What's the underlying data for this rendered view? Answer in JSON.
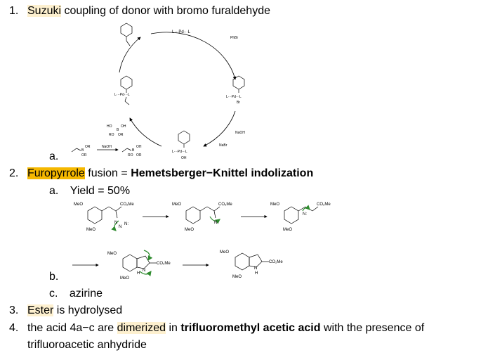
{
  "items": [
    {
      "num": "1.",
      "hl": "Suzuki",
      "rest": " coupling of donor with bromo furaldehyde",
      "sub": {
        "label": "a.",
        "cycle": {
          "top": "L···Pd···L",
          "reagent_right": "PhBr",
          "right_complex_top": "L···Pd···L",
          "right_complex_bottom": "Br",
          "base_in": "NaOH",
          "salt_out": "NaBr",
          "bottom_complex_top": "L···Pd···L",
          "bottom_complex_bottom": "OH",
          "left_complex": "L···Pd···L",
          "boronate_top": "HO",
          "boronate_b": "B",
          "boronate_oh": "OH",
          "boronate_ro": "RO",
          "boronate_or": "OR",
          "side_reagent": "NaOH",
          "side_b": "B",
          "side_or1": "OR",
          "side_or2": "OR",
          "side_oh": "OH",
          "side_ro": "RO",
          "side_or3": "OR"
        }
      }
    },
    {
      "num": "2.",
      "hl": "Furopyrrole",
      "mid": " fusion = ",
      "bold": "Hemetsberger−Knittel indolization",
      "sub_a": "a.",
      "sub_a_text": "Yield = 50%",
      "sub_b": "b.",
      "sub_c": "c.",
      "sub_c_text": "azirine",
      "scheme": {
        "meo": "MeO",
        "co2me": "CO₂Me",
        "n1": "N",
        "n2": "N",
        "n3": "N:",
        "nh": "N",
        "h": "H"
      }
    },
    {
      "num": "3.",
      "hl": "Ester",
      "rest": " is hydrolysed"
    },
    {
      "num": "4.",
      "pre": "the acid 4a−c are ",
      "hl": "dimerized",
      "mid": " in ",
      "bold": "trifluoromethyl acetic acid",
      "rest": " with the presence of",
      "line2": "trifluoroacetic anhydride"
    }
  ],
  "colors": {
    "highlight_light": "#fdf0cf",
    "highlight_strong": "#f5b800",
    "curved_arrow": "#2e8b2e"
  }
}
